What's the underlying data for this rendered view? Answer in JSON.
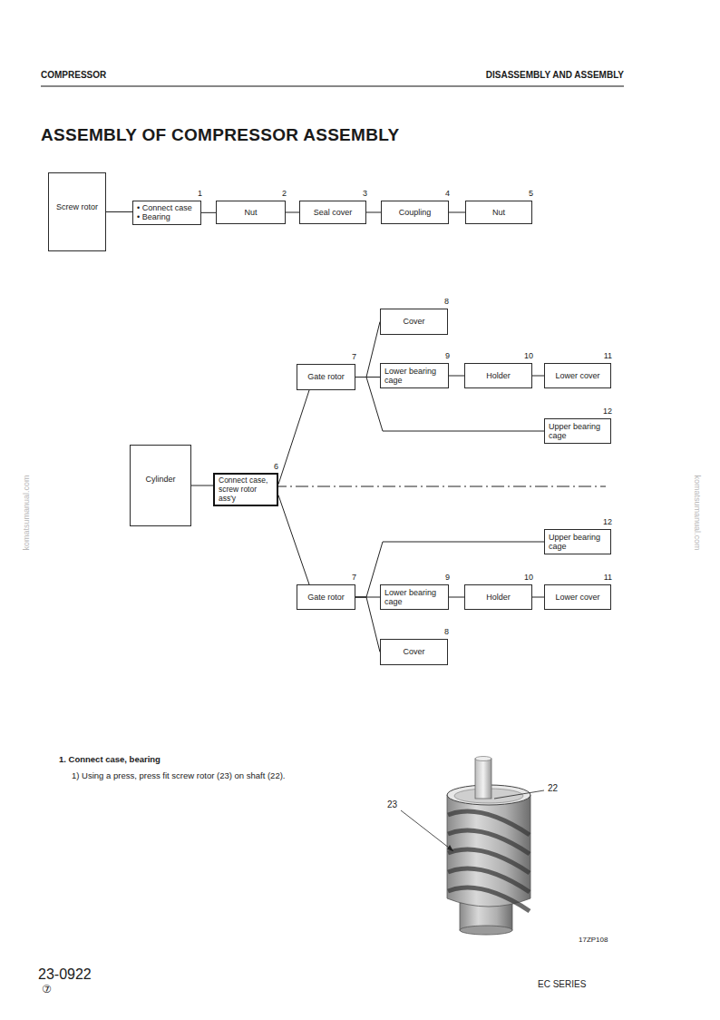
{
  "diagram": {
    "title": "ASSEMBLY OF COMPRESSOR ASSEMBLY",
    "nodes": [
      {
        "text": [
          "Screw rotor"
        ]
      },
      {
        "text": [
          "1",
          "• Connect case",
          "• Bearing"
        ]
      },
      {
        "text": [
          "2",
          "Nut"
        ]
      },
      {
        "text": [
          "3",
          "Seal cover"
        ]
      },
      {
        "text": [
          "4",
          "Coupling"
        ]
      },
      {
        "text": [
          "5",
          "Nut"
        ]
      },
      {
        "text": [
          "8",
          "Cover"
        ]
      },
      {
        "text": [
          "7",
          "Gate rotor"
        ]
      },
      {
        "text": [
          "9",
          "Lower bearing cage"
        ]
      },
      {
        "text": [
          "10",
          "Holder"
        ]
      },
      {
        "text": [
          "11",
          "Lower cover"
        ]
      },
      {
        "text": [
          "12",
          "Upper bearing cage"
        ]
      },
      {
        "text": [
          "Cylinder"
        ]
      },
      {
        "text": [
          "6",
          "Connect case, screw rotor ass'y"
        ]
      },
      {
        "text": [
          "12",
          "Upper bearing cage"
        ]
      },
      {
        "text": [
          "7",
          "Gate rotor"
        ]
      },
      {
        "text": [
          "9",
          "Lower bearing cage"
        ]
      },
      {
        "text": [
          "10",
          "Holder"
        ]
      },
      {
        "text": [
          "11",
          "Lower cover"
        ]
      },
      {
        "text": [
          "8",
          "Cover"
        ]
      }
    ],
    "edges": [
      {
        "from": 0,
        "to": 1,
        "arrow": "none"
      },
      {
        "from": 1,
        "to": 2,
        "arrow": "none"
      },
      {
        "from": 2,
        "to": 3,
        "arrow": "none"
      },
      {
        "from": 3,
        "to": 4,
        "arrow": "none"
      },
      {
        "from": 4,
        "to": 5,
        "arrow": "none"
      },
      {
        "from": 12,
        "to": 13,
        "arrow": "none"
      },
      {
        "from": 13,
        "to": 7,
        "arrow": "none"
      },
      {
        "from": 7,
        "to": 6,
        "arrow": "none"
      },
      {
        "from": 7,
        "to": 8,
        "arrow": "none"
      },
      {
        "from": 8,
        "to": 9,
        "arrow": "none"
      },
      {
        "from": 9,
        "to": 10,
        "arrow": "none"
      },
      {
        "from": 7,
        "to": 11,
        "arrow": "none"
      },
      {
        "from": 13,
        "to": 15,
        "arrow": "none"
      },
      {
        "from": 15,
        "to": 19,
        "arrow": "none"
      },
      {
        "from": 15,
        "to": 16,
        "arrow": "none"
      },
      {
        "from": 16,
        "to": 17,
        "arrow": "none"
      },
      {
        "from": 17,
        "to": 18,
        "arrow": "none"
      },
      {
        "from": 15,
        "to": 14,
        "arrow": "none"
      }
    ],
    "labels": [
      "COMPRESSOR",
      "DISASSEMBLY AND ASSEMBLY",
      "1. Connect case, bearing",
      "1) Using a press, press fit screw rotor (23) on shaft (22).",
      "22",
      "23",
      "17ZP108",
      "23-0922",
      "⑦",
      "EC SERIES",
      "komatsumanual.com",
      "komatsumanual.com"
    ]
  }
}
